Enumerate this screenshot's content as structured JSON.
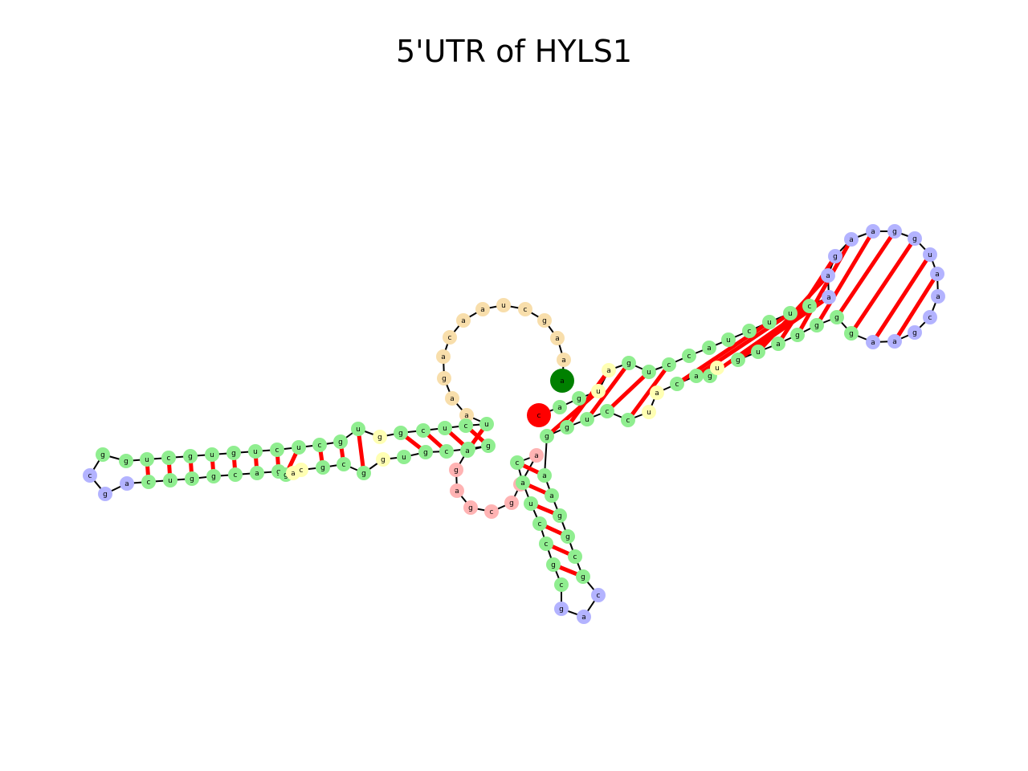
{
  "title": "5'UTR of HYLS1",
  "colors": {
    "stem": "#90ee90",
    "hairpin_loop": "#b3b3ff",
    "interior_loop": "#ffffb3",
    "multiloop": "#ffb3b3",
    "exterior": "#f8deab",
    "five_prime_end": "#008000",
    "three_prime_end": "#ff0000",
    "backbone": "#000000",
    "base_pair": "#ff0000"
  },
  "nucleotides": [
    {
      "base": "a",
      "type": "five_prime_end"
    },
    {
      "base": "a",
      "type": "exterior"
    },
    {
      "base": "a",
      "type": "exterior"
    },
    {
      "base": "g",
      "type": "exterior"
    },
    {
      "base": "c",
      "type": "exterior"
    },
    {
      "base": "u",
      "type": "exterior"
    },
    {
      "base": "a",
      "type": "exterior"
    },
    {
      "base": "a",
      "type": "exterior"
    },
    {
      "base": "c",
      "type": "exterior"
    },
    {
      "base": "a",
      "type": "exterior"
    },
    {
      "base": "g",
      "type": "exterior"
    },
    {
      "base": "a",
      "type": "exterior"
    },
    {
      "base": "a",
      "type": "exterior"
    },
    {
      "base": "u",
      "type": "stem"
    },
    {
      "base": "c",
      "type": "stem"
    },
    {
      "base": "u",
      "type": "stem"
    },
    {
      "base": "c",
      "type": "stem"
    },
    {
      "base": "g",
      "type": "stem"
    },
    {
      "base": "g",
      "type": "interior_loop"
    },
    {
      "base": "u",
      "type": "stem"
    },
    {
      "base": "g",
      "type": "stem"
    },
    {
      "base": "c",
      "type": "stem"
    },
    {
      "base": "u",
      "type": "stem"
    },
    {
      "base": "c",
      "type": "stem"
    },
    {
      "base": "u",
      "type": "stem"
    },
    {
      "base": "g",
      "type": "stem"
    },
    {
      "base": "u",
      "type": "stem"
    },
    {
      "base": "g",
      "type": "stem"
    },
    {
      "base": "c",
      "type": "stem"
    },
    {
      "base": "u",
      "type": "stem"
    },
    {
      "base": "g",
      "type": "stem"
    },
    {
      "base": "g",
      "type": "stem"
    },
    {
      "base": "c",
      "type": "hairpin_loop"
    },
    {
      "base": "g",
      "type": "hairpin_loop"
    },
    {
      "base": "a",
      "type": "hairpin_loop"
    },
    {
      "base": "c",
      "type": "stem"
    },
    {
      "base": "u",
      "type": "stem"
    },
    {
      "base": "g",
      "type": "stem"
    },
    {
      "base": "g",
      "type": "stem"
    },
    {
      "base": "c",
      "type": "stem"
    },
    {
      "base": "a",
      "type": "stem"
    },
    {
      "base": "g",
      "type": "stem"
    },
    {
      "base": "g",
      "type": "stem"
    },
    {
      "base": "a",
      "type": "interior_loop"
    },
    {
      "base": "c",
      "type": "interior_loop"
    },
    {
      "base": "g",
      "type": "stem"
    },
    {
      "base": "c",
      "type": "stem"
    },
    {
      "base": "g",
      "type": "stem"
    },
    {
      "base": "g",
      "type": "interior_loop"
    },
    {
      "base": "u",
      "type": "stem"
    },
    {
      "base": "g",
      "type": "stem"
    },
    {
      "base": "c",
      "type": "stem"
    },
    {
      "base": "a",
      "type": "stem"
    },
    {
      "base": "g",
      "type": "stem"
    },
    {
      "base": "a",
      "type": "stem"
    },
    {
      "base": "g",
      "type": "multiloop"
    },
    {
      "base": "a",
      "type": "multiloop"
    },
    {
      "base": "g",
      "type": "multiloop"
    },
    {
      "base": "c",
      "type": "multiloop"
    },
    {
      "base": "g",
      "type": "multiloop"
    },
    {
      "base": "g",
      "type": "multiloop"
    },
    {
      "base": "a",
      "type": "multiloop"
    },
    {
      "base": "c",
      "type": "stem"
    },
    {
      "base": "a",
      "type": "stem"
    },
    {
      "base": "u",
      "type": "stem"
    },
    {
      "base": "c",
      "type": "stem"
    },
    {
      "base": "c",
      "type": "stem"
    },
    {
      "base": "g",
      "type": "stem"
    },
    {
      "base": "c",
      "type": "stem"
    },
    {
      "base": "g",
      "type": "hairpin_loop"
    },
    {
      "base": "a",
      "type": "hairpin_loop"
    },
    {
      "base": "c",
      "type": "hairpin_loop"
    },
    {
      "base": "g",
      "type": "stem"
    },
    {
      "base": "c",
      "type": "stem"
    },
    {
      "base": "g",
      "type": "stem"
    },
    {
      "base": "g",
      "type": "stem"
    },
    {
      "base": "a",
      "type": "stem"
    },
    {
      "base": "a",
      "type": "stem"
    },
    {
      "base": "g",
      "type": "stem"
    },
    {
      "base": "g",
      "type": "stem"
    },
    {
      "base": "u",
      "type": "stem"
    },
    {
      "base": "c",
      "type": "stem"
    },
    {
      "base": "c",
      "type": "stem"
    },
    {
      "base": "u",
      "type": "interior_loop"
    },
    {
      "base": "a",
      "type": "interior_loop"
    },
    {
      "base": "c",
      "type": "stem"
    },
    {
      "base": "a",
      "type": "stem"
    },
    {
      "base": "g",
      "type": "stem"
    },
    {
      "base": "u",
      "type": "interior_loop"
    },
    {
      "base": "g",
      "type": "stem"
    },
    {
      "base": "u",
      "type": "stem"
    },
    {
      "base": "a",
      "type": "stem"
    },
    {
      "base": "g",
      "type": "stem"
    },
    {
      "base": "g",
      "type": "stem"
    },
    {
      "base": "g",
      "type": "stem"
    },
    {
      "base": "g",
      "type": "stem"
    },
    {
      "base": "a",
      "type": "hairpin_loop"
    },
    {
      "base": "a",
      "type": "hairpin_loop"
    },
    {
      "base": "g",
      "type": "hairpin_loop"
    },
    {
      "base": "c",
      "type": "hairpin_loop"
    },
    {
      "base": "a",
      "type": "hairpin_loop"
    },
    {
      "base": "a",
      "type": "hairpin_loop"
    },
    {
      "base": "u",
      "type": "hairpin_loop"
    },
    {
      "base": "g",
      "type": "hairpin_loop"
    },
    {
      "base": "g",
      "type": "hairpin_loop"
    },
    {
      "base": "a",
      "type": "hairpin_loop"
    },
    {
      "base": "a",
      "type": "hairpin_loop"
    },
    {
      "base": "g",
      "type": "hairpin_loop"
    },
    {
      "base": "a",
      "type": "hairpin_loop"
    },
    {
      "base": "a",
      "type": "hairpin_loop"
    },
    {
      "base": "c",
      "type": "stem"
    },
    {
      "base": "u",
      "type": "stem"
    },
    {
      "base": "u",
      "type": "stem"
    },
    {
      "base": "c",
      "type": "stem"
    },
    {
      "base": "u",
      "type": "stem"
    },
    {
      "base": "a",
      "type": "stem"
    },
    {
      "base": "c",
      "type": "stem"
    },
    {
      "base": "c",
      "type": "stem"
    },
    {
      "base": "u",
      "type": "stem"
    },
    {
      "base": "g",
      "type": "stem"
    },
    {
      "base": "a",
      "type": "interior_loop"
    },
    {
      "base": "u",
      "type": "interior_loop"
    },
    {
      "base": "g",
      "type": "stem"
    },
    {
      "base": "a",
      "type": "stem"
    },
    {
      "base": "c",
      "type": "three_prime_end"
    }
  ],
  "base_pairs": [
    [
      13,
      54
    ],
    [
      14,
      53
    ],
    [
      15,
      52
    ],
    [
      16,
      51
    ],
    [
      17,
      50
    ],
    [
      19,
      47
    ],
    [
      20,
      46
    ],
    [
      21,
      45
    ],
    [
      22,
      42
    ],
    [
      23,
      41
    ],
    [
      24,
      40
    ],
    [
      25,
      39
    ],
    [
      26,
      38
    ],
    [
      27,
      37
    ],
    [
      28,
      36
    ],
    [
      29,
      35
    ],
    [
      62,
      77
    ],
    [
      63,
      76
    ],
    [
      64,
      75
    ],
    [
      65,
      74
    ],
    [
      66,
      73
    ],
    [
      67,
      72
    ],
    [
      78,
      121
    ],
    [
      79,
      120
    ],
    [
      80,
      119
    ],
    [
      81,
      118
    ],
    [
      82,
      117
    ],
    [
      85,
      112
    ],
    [
      86,
      111
    ],
    [
      87,
      110
    ],
    [
      89,
      109
    ],
    [
      90,
      108
    ],
    [
      91,
      107
    ],
    [
      92,
      106
    ],
    [
      93,
      105
    ],
    [
      94,
      104
    ],
    [
      95,
      103
    ],
    [
      96,
      102
    ],
    [
      97,
      101
    ]
  ]
}
